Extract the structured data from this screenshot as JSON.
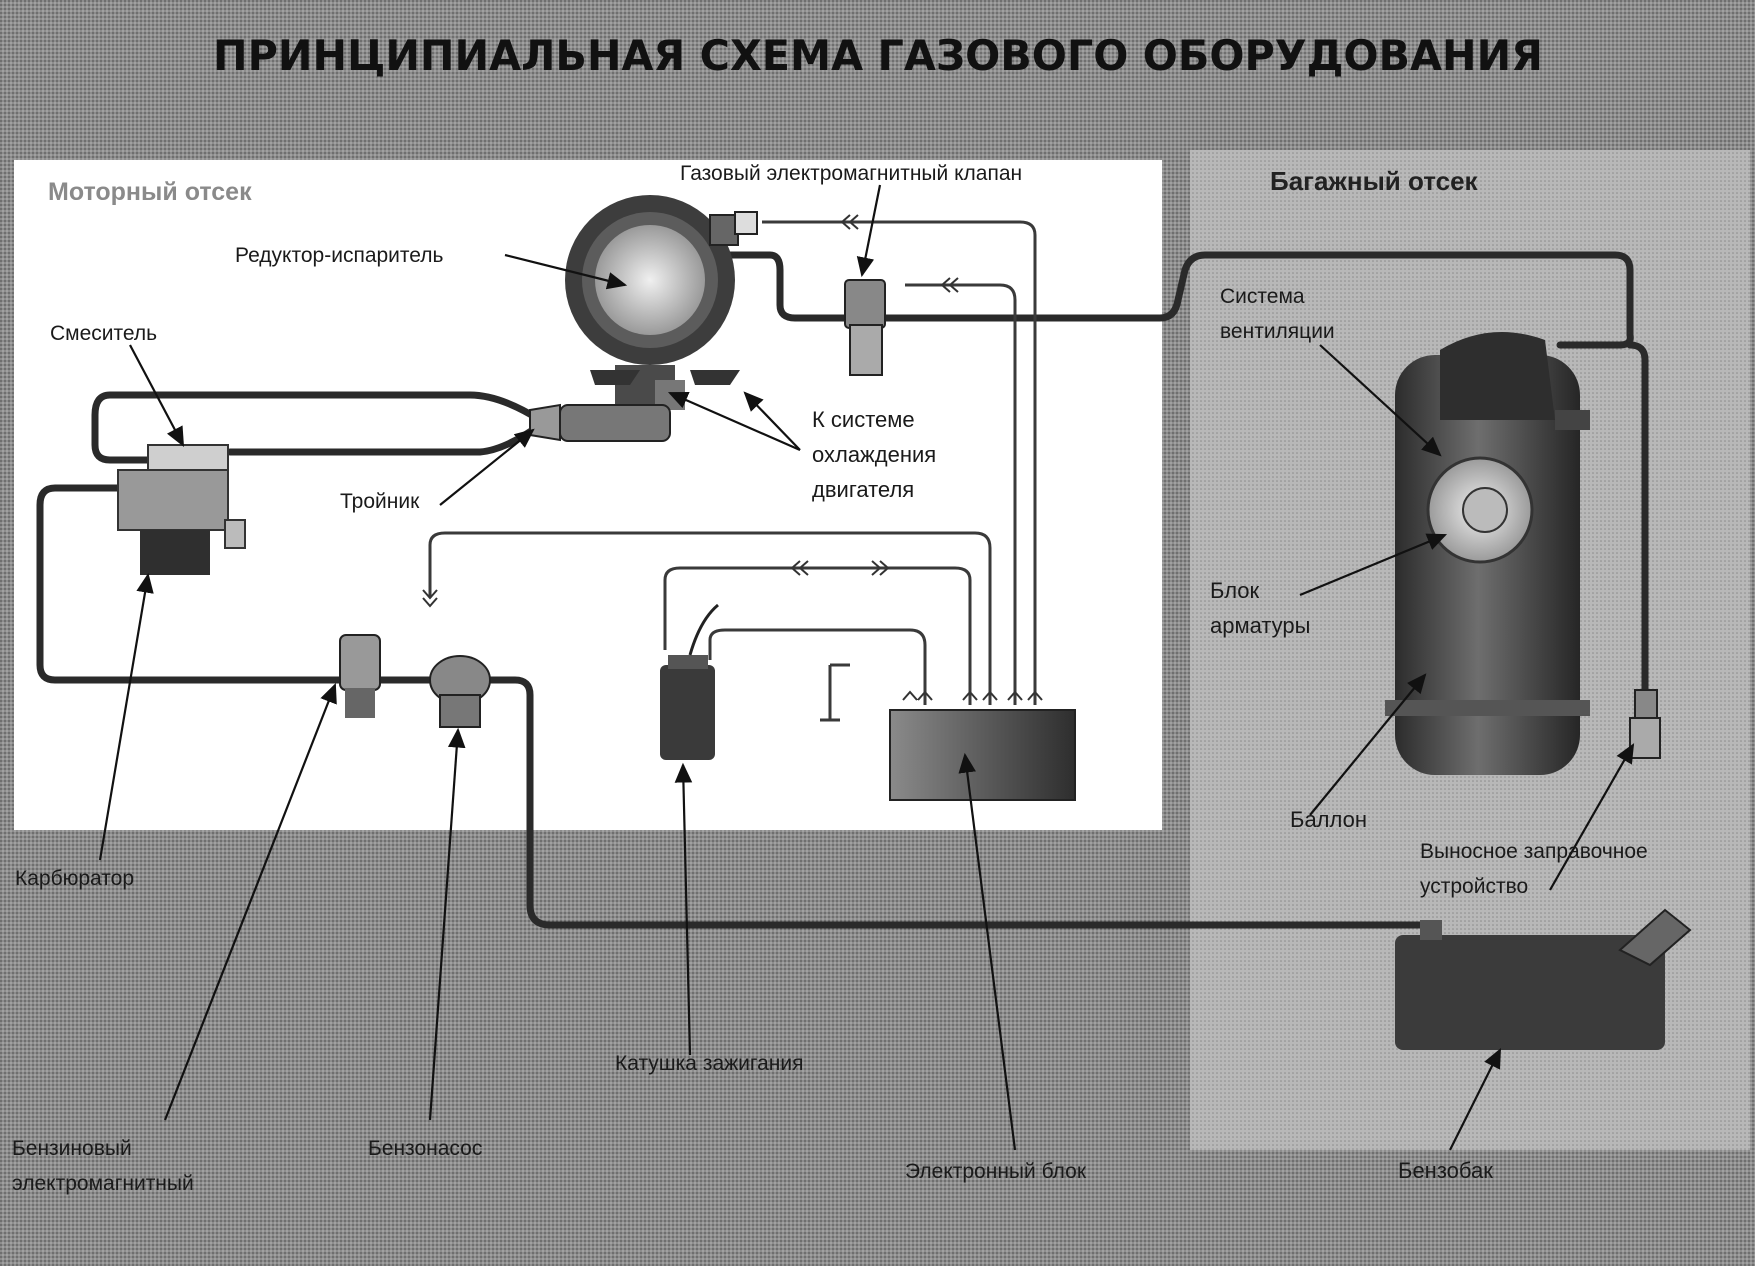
{
  "title": "ПРИНЦИПИАЛЬНАЯ СХЕМА ГАЗОВОГО ОБОРУДОВАНИЯ",
  "zones": {
    "engine": "Моторный отсек",
    "trunk": "Багажный отсек"
  },
  "labels": {
    "gas_valve": "Газовый электромагнитный клапан",
    "reducer": "Редуктор-испаритель",
    "mixer": "Смеситель",
    "cooling_1": "К системе",
    "cooling_2": "охлаждения",
    "cooling_3": "двигателя",
    "tee": "Тройник",
    "vent_1": "Система",
    "vent_2": "вентиляции",
    "fittings_1": "Блок",
    "fittings_2": "арматуры",
    "cylinder": "Баллон",
    "remote_fill_1": "Выносное заправочное",
    "remote_fill_2": "устройство",
    "carburetor": "Карбюратор",
    "ignition_coil": "Катушка зажигания",
    "petrol_valve_1": "Бензиновый",
    "petrol_valve_2": "электромагнитный",
    "fuel_pump": "Бензонасос",
    "ecu": "Электронный блок",
    "fuel_tank": "Бензобак"
  },
  "colors": {
    "background": "#8f8f8f",
    "engine_panel": "#ffffff",
    "trunk_panel": "#b3b3b3",
    "line": "#2a2a2a",
    "component_dark": "#3a3a3a",
    "component_mid": "#777777"
  }
}
